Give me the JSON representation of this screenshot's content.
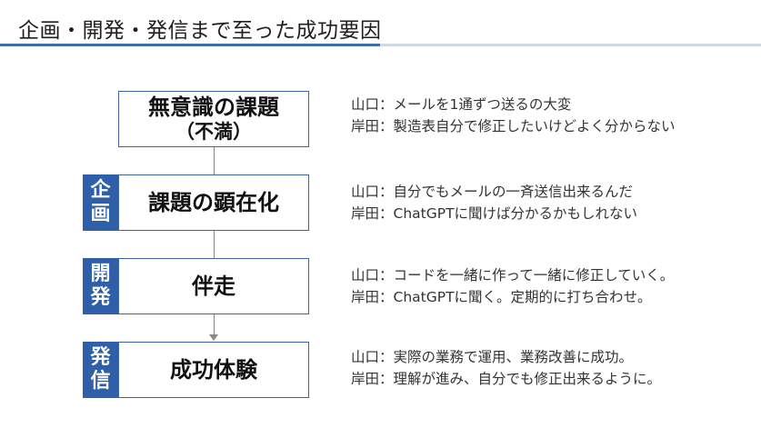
{
  "title": "企画・開発・発信まで至った成功要因",
  "steps": [
    {
      "label": "無意識の課題",
      "sublabel": "（不満）",
      "tag": [
        "",
        ""
      ],
      "notes": [
        "山口：メールを1通ずつ送るの大変",
        "岸田：製造表自分で修正したいけどよく分からない"
      ]
    },
    {
      "label": "課題の顕在化",
      "sublabel": "",
      "tag": [
        "企",
        "画"
      ],
      "notes": [
        "山口：自分でもメールの一斉送信出来るんだ",
        "岸田：ChatGPTに聞けば分かるかもしれない"
      ]
    },
    {
      "label": "伴走",
      "sublabel": "",
      "tag": [
        "開",
        "発"
      ],
      "notes": [
        "山口：コードを一緒に作って一緒に修正していく。",
        "岸田：ChatGPTに聞く。定期的に打ち合わせ。"
      ]
    },
    {
      "label": "成功体験",
      "sublabel": "",
      "tag": [
        "発",
        "信"
      ],
      "notes": [
        "山口：実際の業務で運用、業務改善に成功。",
        "岸田：理解が進み、自分でも修正出来るように。"
      ]
    }
  ]
}
